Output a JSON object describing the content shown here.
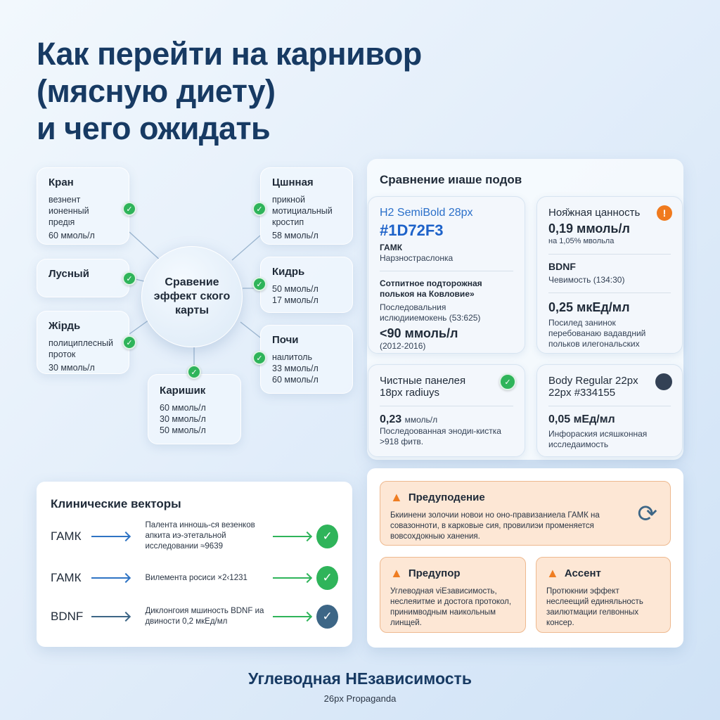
{
  "title": [
    "Как перейти на карнивор",
    "(мясную диету)",
    "и чего ожидать"
  ],
  "mindmap": {
    "center": "Сравение эффект ского карты",
    "nodes": [
      {
        "title": "Кран",
        "lines": [
          "везнент",
          "ионенный",
          "предιя"
        ],
        "value": "60 ммоль/л"
      },
      {
        "title": "Лусный",
        "lines": [],
        "value": ""
      },
      {
        "title": "Жірдь",
        "lines": [
          "полициплесный",
          "проток"
        ],
        "value": "30 ммоль/л"
      },
      {
        "title": "Каришик",
        "lines": [
          "60 ммоль/л",
          "30 ммоль/л",
          "50 ммоль/л"
        ],
        "value": ""
      },
      {
        "title": "Цшнная",
        "lines": [
          "прикной",
          "мотициальный",
          "кростип"
        ],
        "value": "58 ммоль/л"
      },
      {
        "title": "Кидрь",
        "lines": [
          "50 ммоль/л",
          "17 ммоль/л"
        ],
        "value": ""
      },
      {
        "title": "Почи",
        "lines": [
          "наιлитоль",
          "33 ммоль/л",
          "60 ммоль/л"
        ],
        "value": ""
      }
    ],
    "check_color": "#2fb45a"
  },
  "comparison": {
    "title": "Сравнение иıаше подов",
    "card1": {
      "heading": "H2 SemiBold 28px",
      "color_code": "#1D72F3",
      "label": "ГАМК",
      "sub": "Нарзнострaслонка",
      "bold2": "Сотпитное подторожная полькоя на Ковловие»",
      "desc": "Последовальния ислюдииемокень (53:625)",
      "value": "<90 ммоль/л",
      "years": "(2012-2016)"
    },
    "card2": {
      "heading": "Ноя̆жная цанность",
      "value1": "0,19 ммоль/л",
      "sub1": "на 1,05% мвольла",
      "label": "BDNF",
      "sub2": "Чевимость (134:30)",
      "value2": "0,25 мкЕд/мл",
      "desc": "Посилед занинок перебованаю вадавдний польков илегональских",
      "icon": "exclamation-icon",
      "icon_color": "#f07a1e"
    },
    "card3": {
      "heading": "Чистные панелея",
      "sub": "18px radiuys",
      "value": "0,23",
      "unit": "ммоль/л",
      "desc": "Последоованная энодиι-кистка >918 фитв.",
      "icon": "check-icon"
    },
    "card4": {
      "heading": "Body Regular 22px",
      "sub": "22px #334155",
      "value": "0,05 мЕд/мл",
      "desc": "Инфораския исяшконная исследаимость",
      "swatch": "#334155"
    }
  },
  "vectors": {
    "title": "Клинические векторы",
    "rows": [
      {
        "label": "ГАМК",
        "desc": "Палента инношь-ся везенков апкита иэ-этетальной исследовании ≈9639",
        "check_color": "#2fb45a"
      },
      {
        "label": "ГАМК",
        "desc": "Вилемента росиcи ×2‹1231",
        "check_color": "#2fb45a"
      },
      {
        "label": "BDNF",
        "desc": "Диклонгоия мшиность BDNF иа двиности 0,2 мкЕд/мл",
        "check_color": "#3d6686"
      }
    ]
  },
  "warnings": [
    {
      "title": "Предуподение",
      "text": "Бкиинени золочии новои но оно-правизаниела ГАМК на совазонноти, в карковые сия, провилиэи променяется вовсохдокныю ханения.",
      "icon": "refresh-icon"
    },
    {
      "title": "Предупор",
      "text": "Углеводная viEзависимость, неслеяитме и достога протокол, принимводным наикольным линщей."
    },
    {
      "title": "Ассент",
      "text": "Протюкнии эффект неслеещий единяльность заилютмации гелвонных консер."
    }
  ],
  "footer": {
    "title": "Углеводная НЕзависимость",
    "subtitle": "26px Propaganda"
  }
}
